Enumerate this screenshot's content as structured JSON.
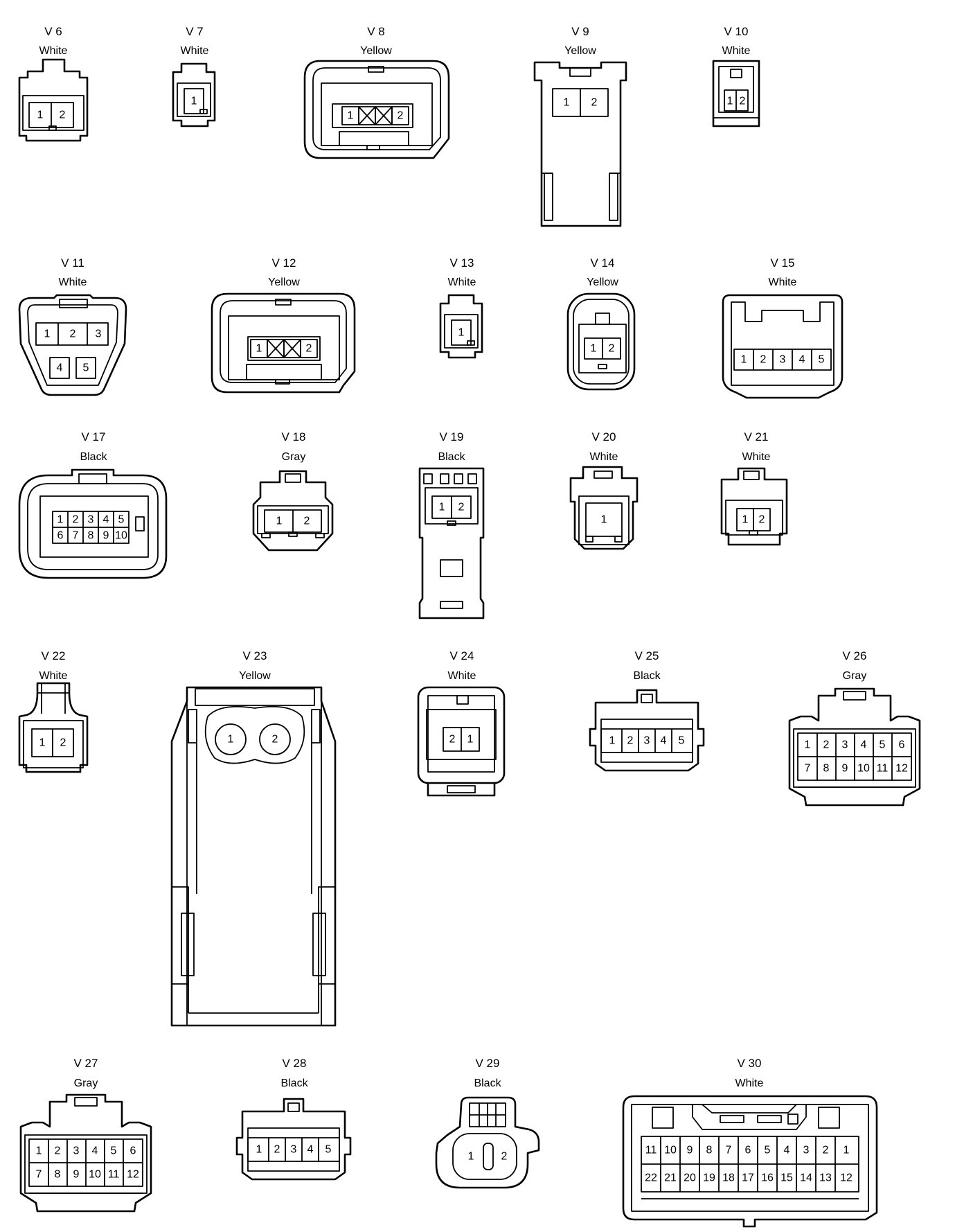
{
  "connectors": [
    {
      "id": "V 6",
      "color": "White",
      "pins": [
        "1",
        "2"
      ]
    },
    {
      "id": "V 7",
      "color": "White",
      "pins": [
        "1"
      ]
    },
    {
      "id": "V 8",
      "color": "Yellow",
      "pins": [
        "1",
        "2"
      ]
    },
    {
      "id": "V 9",
      "color": "Yellow",
      "pins": [
        "1",
        "2"
      ]
    },
    {
      "id": "V 10",
      "color": "White",
      "pins": [
        "1",
        "2"
      ]
    },
    {
      "id": "V 11",
      "color": "White",
      "pins": [
        "1",
        "2",
        "3",
        "4",
        "5"
      ]
    },
    {
      "id": "V 12",
      "color": "Yellow",
      "pins": [
        "1",
        "2"
      ]
    },
    {
      "id": "V 13",
      "color": "White",
      "pins": [
        "1"
      ]
    },
    {
      "id": "V 14",
      "color": "Yellow",
      "pins": [
        "1",
        "2"
      ]
    },
    {
      "id": "V 15",
      "color": "White",
      "pins": [
        "1",
        "2",
        "3",
        "4",
        "5"
      ]
    },
    {
      "id": "V 17",
      "color": "Black",
      "pins": [
        "1",
        "2",
        "3",
        "4",
        "5",
        "6",
        "7",
        "8",
        "9",
        "10"
      ]
    },
    {
      "id": "V 18",
      "color": "Gray",
      "pins": [
        "1",
        "2"
      ]
    },
    {
      "id": "V 19",
      "color": "Black",
      "pins": [
        "1",
        "2"
      ]
    },
    {
      "id": "V 20",
      "color": "White",
      "pins": [
        "1"
      ]
    },
    {
      "id": "V 21",
      "color": "White",
      "pins": [
        "1",
        "2"
      ]
    },
    {
      "id": "V 22",
      "color": "White",
      "pins": [
        "1",
        "2"
      ]
    },
    {
      "id": "V 23",
      "color": "Yellow",
      "pins": [
        "1",
        "2"
      ]
    },
    {
      "id": "V 24",
      "color": "White",
      "pins": [
        "2",
        "1"
      ]
    },
    {
      "id": "V 25",
      "color": "Black",
      "pins": [
        "1",
        "2",
        "3",
        "4",
        "5"
      ]
    },
    {
      "id": "V 26",
      "color": "Gray",
      "pins": [
        "1",
        "2",
        "3",
        "4",
        "5",
        "6",
        "7",
        "8",
        "9",
        "10",
        "11",
        "12"
      ]
    },
    {
      "id": "V 27",
      "color": "Gray",
      "pins": [
        "1",
        "2",
        "3",
        "4",
        "5",
        "6",
        "7",
        "8",
        "9",
        "10",
        "11",
        "12"
      ]
    },
    {
      "id": "V 28",
      "color": "Black",
      "pins": [
        "1",
        "2",
        "3",
        "4",
        "5"
      ]
    },
    {
      "id": "V 29",
      "color": "Black",
      "pins": [
        "1",
        "2"
      ]
    },
    {
      "id": "V 30",
      "color": "White",
      "pins": [
        "11",
        "10",
        "9",
        "8",
        "7",
        "6",
        "5",
        "4",
        "3",
        "2",
        "1",
        "22",
        "21",
        "20",
        "19",
        "18",
        "17",
        "16",
        "15",
        "14",
        "13",
        "12"
      ]
    }
  ]
}
